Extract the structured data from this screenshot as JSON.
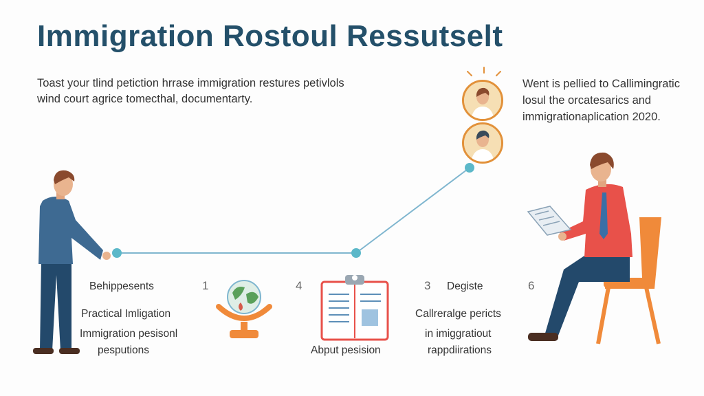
{
  "title": "Immigration Rostoul Ressutselt",
  "intro": "Toast your tlind petiction hrrase immigration restures petivlols wind court agrice tomecthal, documentarty.",
  "side_note": "Went is pellied to Callimingratic losul the orcatesarics and immigrationaplication 2020.",
  "steps": {
    "step_a_title": "Behippesents",
    "step_a_line1": "Practical Imligation",
    "step_a_line2": "Immigration pesisonl",
    "step_a_line3": "pesputions",
    "num_1": "1",
    "num_4": "4",
    "center_label": "Abput pesision",
    "num_3": "3",
    "step_b_title": "Degiste",
    "num_6": "6",
    "step_b_line1": "Callreralge pericts",
    "step_b_line2": "in imiggratiout",
    "step_b_line3": "rappdiirations"
  },
  "colors": {
    "title": "#24506a",
    "line": "#7fb6cf",
    "node": "#5cb8c9",
    "avatar_ring": "#e2913a",
    "shirt_left": "#3e6a92",
    "shirt_right": "#e8514a",
    "chair": "#f08a3a"
  },
  "icons": [
    "globe-icon",
    "clipboard-document-icon",
    "person-avatar-icon",
    "newspaper-icon"
  ]
}
